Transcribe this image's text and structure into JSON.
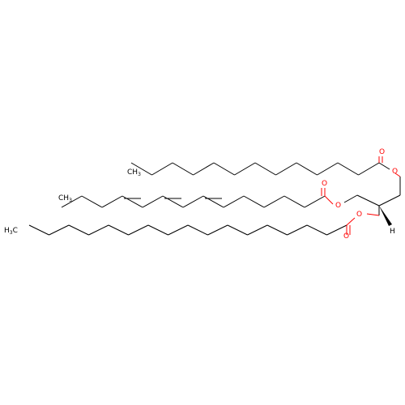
{
  "molecule": {
    "atom_labels": {
      "o_ester_top": "O",
      "o_carbonyl_top": "O",
      "o_ester_mid": "O",
      "o_carbonyl_mid": "O",
      "o_ester_bottom": "O",
      "o_carbonyl_bottom": "O",
      "h_stereo": "H",
      "ch3_top": "CH",
      "ch3_top_sub": "3",
      "ch3_mid": "CH",
      "ch3_mid_sub": "3",
      "ch3_bottom": "H",
      "ch3_bottom_sub": "3",
      "ch3_bottom_c": "C"
    },
    "colors": {
      "bond": "#000000",
      "oxygen": "#ff0000"
    }
  }
}
